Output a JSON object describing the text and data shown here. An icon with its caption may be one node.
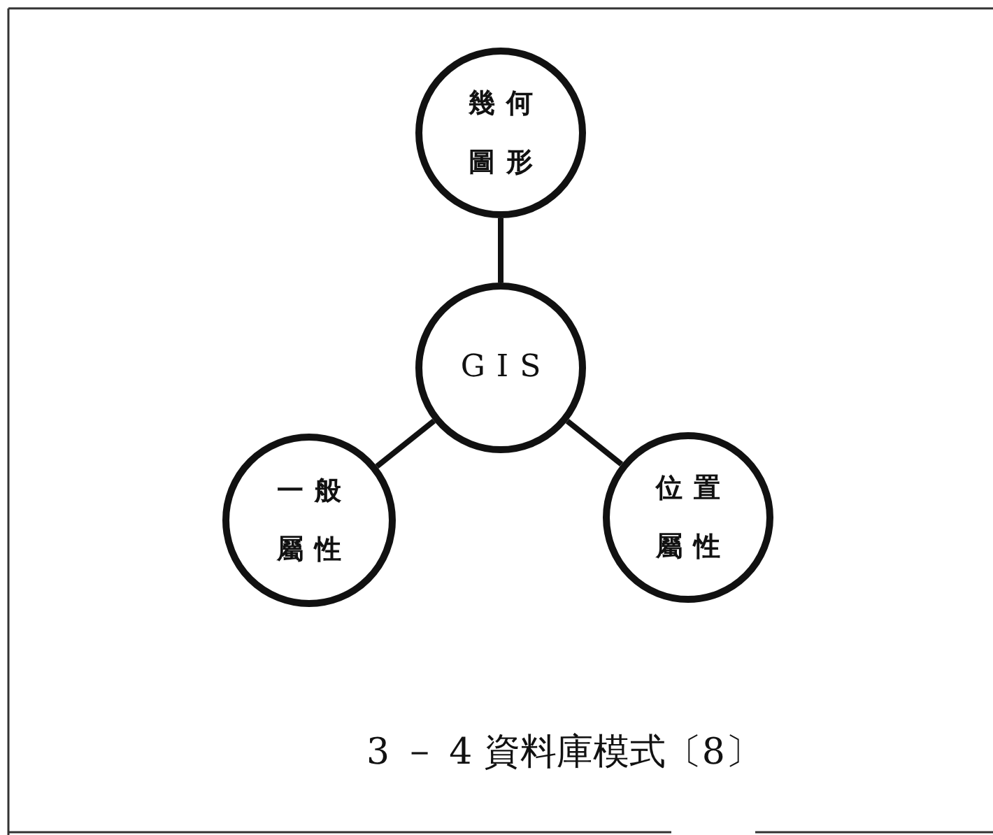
{
  "diagram": {
    "caption": "3 － 4 資料庫模式〔8〕",
    "nodes": [
      {
        "text": [
          "幾何圖形"
        ]
      },
      {
        "text": [
          "GIS"
        ]
      },
      {
        "text": [
          "一般屬性"
        ]
      },
      {
        "text": [
          "位置屬性"
        ]
      }
    ],
    "edges": [
      {
        "from": 1,
        "to": 0,
        "arrow": "none"
      },
      {
        "from": 1,
        "to": 2,
        "arrow": "none"
      },
      {
        "from": 1,
        "to": 3,
        "arrow": "none"
      }
    ]
  }
}
